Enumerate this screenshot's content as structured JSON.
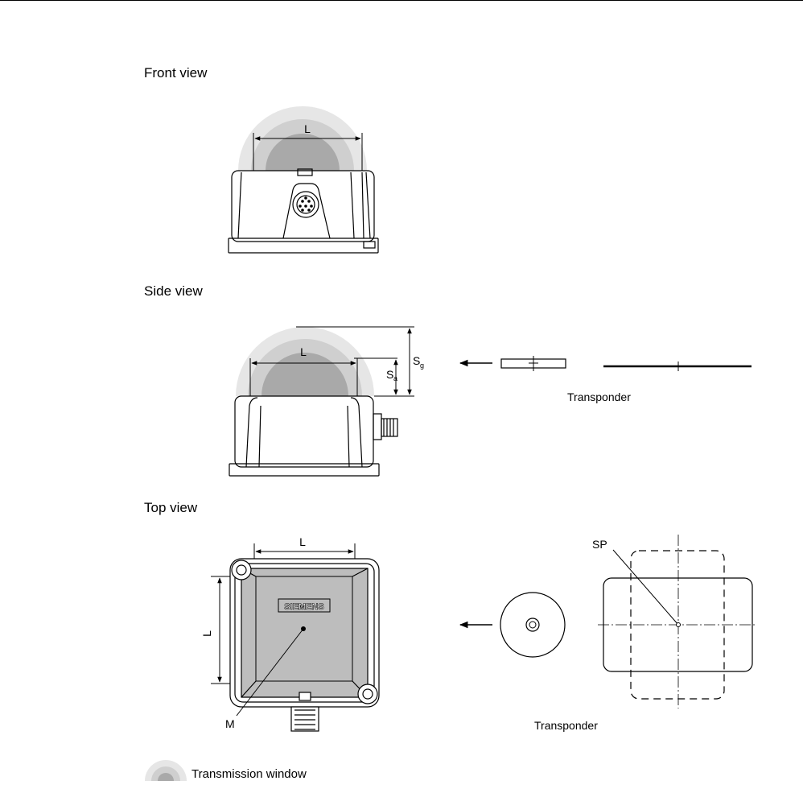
{
  "sections": {
    "front": {
      "title": "Front view"
    },
    "side": {
      "title": "Side view"
    },
    "top": {
      "title": "Top view"
    }
  },
  "labels": {
    "length": "L",
    "sa_main": "S",
    "sa_sub": "a",
    "sg_main": "S",
    "sg_sub": "g",
    "transponder": "Transponder",
    "mid_point": "M",
    "switch_point": "SP",
    "brand": "SIEMENS"
  },
  "legend": {
    "label": "Transmission window"
  },
  "colors": {
    "window_outer": "#e6e6e6",
    "window_mid": "#cfcfcf",
    "window_inner": "#a9a9a9",
    "antenna_fill": "#bdbdbd",
    "line": "#000000"
  }
}
